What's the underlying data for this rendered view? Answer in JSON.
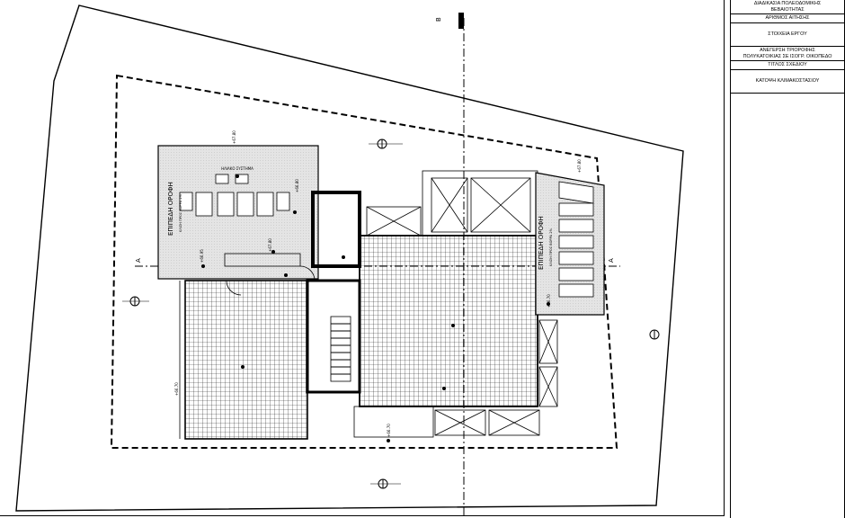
{
  "title_block": {
    "procedure": [
      "ΔΙΑΔΙΚΑΣΙΑ ΠΟΛΕΟΔΟΜΙΚΗΣ",
      "ΒΕΒΑΙΟΤΗΤΑΣ"
    ],
    "application_number": "ΑΡΙΘΜΟΣ ΑΙΤΗΣΗΣ",
    "project_details": "ΣΤΟΙΧΕΙΑ ΕΡΓΟΥ",
    "project_description": [
      "ΑΝΕΓΕΡΣΗ ΤΡΙΟΡΟΦΗΣ",
      "ΠΟΛΥΚΑΤΟΙΚΙΑΣ ΣΕ ΙΣΟΓΡ. ΟΙΚΟΠΕΔΟ"
    ],
    "drawing_title_label": "ΤΙΤΛΟΣ ΣΧΕΔΙΟΥ",
    "drawing_title": "ΚΑΤΟΨΗ ΚΛΙΜΑΚΟΣΤΑΣΙΟΥ"
  },
  "plan": {
    "section_marker_vertical": "Β",
    "section_marker_horizontal": "Α",
    "left_roof_label": "ΕΠΙΠΕΔΗ ΟΡΟΦΗ",
    "left_roof_sublabel": "ΚΛΙΣΗ ΠΡΟΣ ΒΟΡΡΑ 2%",
    "right_roof_label": "ΕΠΙΠΕΔΗ ΟΡΟΦΗ",
    "right_roof_sublabel": "ΚΛΙΣΗ ΠΡΟΣ ΒΟΡΡΑ 2%",
    "solar_panels_label": "ΗΛΙΑΚΟ ΣΥΣΤΗΜΑ",
    "elevation_labels": [
      "+67.80",
      "+66.80",
      "+67.80",
      "+66.95",
      "+67.80",
      "+66.70",
      "+66.70",
      "+66.70"
    ]
  },
  "colors": {
    "line": "#000000",
    "roof_fill": "#e6e6e6",
    "hatch": "#333333"
  }
}
